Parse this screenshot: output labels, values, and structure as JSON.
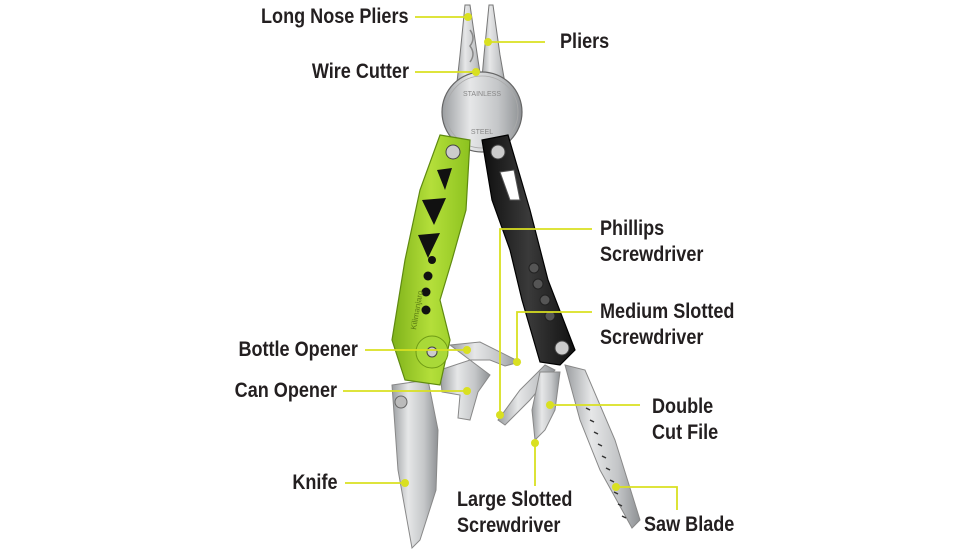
{
  "diagram": {
    "subject": "Multi-tool (Kilimanjaro)",
    "brand_on_handle": "Kilimanjaro",
    "stamp_text": [
      "STAINLESS",
      "STEEL"
    ],
    "colors": {
      "leader": "#d9e021",
      "label_text": "#231f20",
      "green_handle": "#9ccd24",
      "black_handle": "#1e1e1e",
      "steel": "#c9cbcd"
    },
    "labels": [
      {
        "id": "long-nose-pliers",
        "lines": [
          "Long Nose Pliers"
        ]
      },
      {
        "id": "pliers",
        "lines": [
          "Pliers"
        ]
      },
      {
        "id": "wire-cutter",
        "lines": [
          "Wire Cutter"
        ]
      },
      {
        "id": "phillips-screwdriver",
        "lines": [
          "Phillips",
          "Screwdriver"
        ]
      },
      {
        "id": "medium-slotted-screwdriver",
        "lines": [
          "Medium Slotted",
          "Screwdriver"
        ]
      },
      {
        "id": "bottle-opener",
        "lines": [
          "Bottle Opener"
        ]
      },
      {
        "id": "can-opener",
        "lines": [
          "Can Opener"
        ]
      },
      {
        "id": "double-cut-file",
        "lines": [
          "Double",
          "Cut File"
        ]
      },
      {
        "id": "knife",
        "lines": [
          "Knife"
        ]
      },
      {
        "id": "large-slotted-screwdriver",
        "lines": [
          "Large Slotted",
          "Screwdriver"
        ]
      },
      {
        "id": "saw-blade",
        "lines": [
          "Saw Blade"
        ]
      }
    ]
  }
}
